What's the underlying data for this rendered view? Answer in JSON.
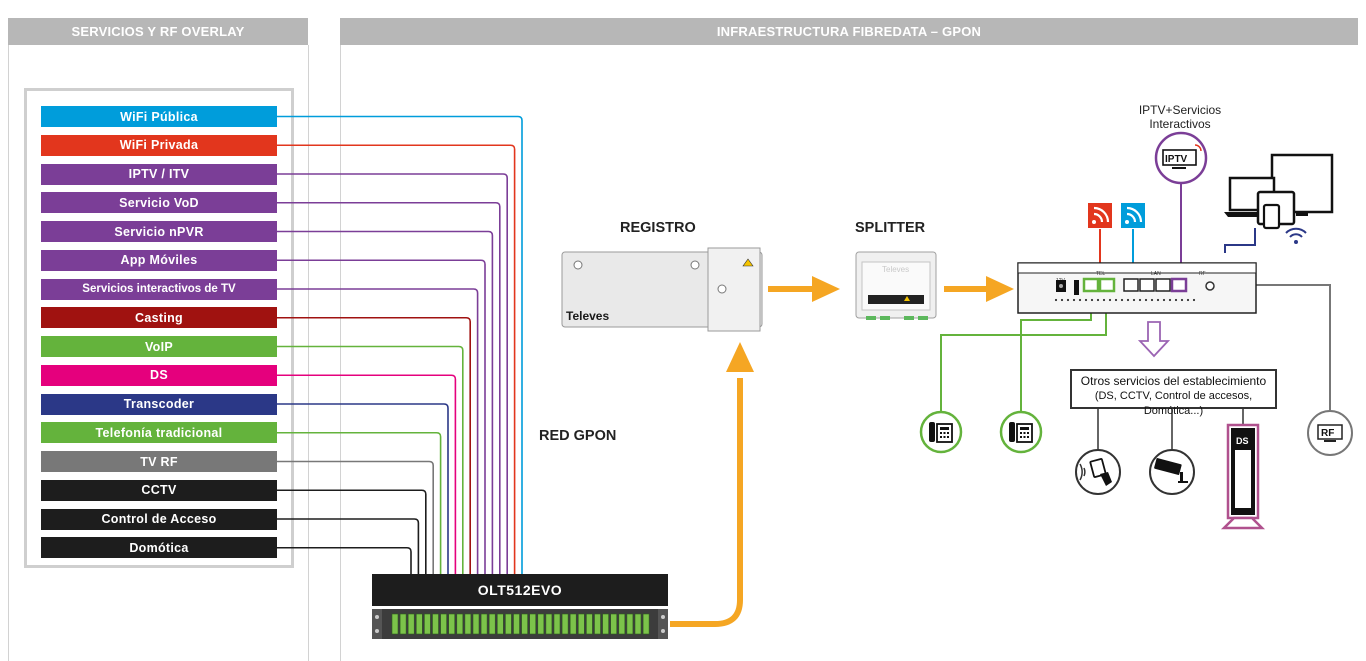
{
  "headers": {
    "left": "SERVICIOS Y RF OVERLAY",
    "right": "INFRAESTRUCTURA FIBREDATA – GPON"
  },
  "services": [
    {
      "label": "WiFi Pública",
      "color": "#009ddb"
    },
    {
      "label": "WiFi Privada",
      "color": "#e2361d"
    },
    {
      "label": "IPTV / ITV",
      "color": "#7b3e97"
    },
    {
      "label": "Servicio VoD",
      "color": "#7b3e97"
    },
    {
      "label": "Servicio nPVR",
      "color": "#7b3e97"
    },
    {
      "label": "App Móviles",
      "color": "#7b3e97"
    },
    {
      "label": "Servicios interactivos de TV",
      "color": "#7b3e97"
    },
    {
      "label": "Casting",
      "color": "#a01210"
    },
    {
      "label": "VoIP",
      "color": "#64b33c"
    },
    {
      "label": "DS",
      "color": "#e5007d"
    },
    {
      "label": "Transcoder",
      "color": "#2b3887"
    },
    {
      "label": "Telefonía tradicional",
      "color": "#64b33c"
    },
    {
      "label": "TV RF",
      "color": "#787878"
    },
    {
      "label": "CCTV",
      "color": "#1d1d1d"
    },
    {
      "label": "Control de Acceso",
      "color": "#1d1d1d"
    },
    {
      "label": "Domótica",
      "color": "#1d1d1d"
    }
  ],
  "labels": {
    "olt": "OLT512EVO",
    "registro": "REGISTRO",
    "splitter": "SPLITTER",
    "red_gpon": "RED GPON",
    "iptv_line1": "IPTV+Servicios",
    "iptv_line2": "Interactivos",
    "otros_line1": "Otros servicios del establecimiento",
    "otros_line2": "(DS, CCTV, Control de accesos, Domótica...)",
    "rf_badge": "RF",
    "ds_badge": "DS",
    "iptv_badge": "IPTV",
    "brand": "Televes",
    "ont_12v": "12V",
    "ont_pots": "TEL",
    "ont_lan": "LAN",
    "ont_rf": "RF"
  },
  "colors": {
    "header_bg": "#b7b7b7",
    "fiber_orange": "#f5a623",
    "voip_green": "#64b33c",
    "ds_magenta": "#b0518e",
    "wifi_red": "#e2361d",
    "wifi_blue": "#009ddb",
    "iptv_purple": "#7b3e97",
    "tv_blue": "#2b3887"
  },
  "icons": [
    "wifi-rss-icon",
    "phone-icon",
    "card-reader-icon",
    "cctv-camera-icon",
    "signal-waves-icon",
    "down-arrow-icon",
    "right-arrow-icon",
    "up-arrow-icon"
  ]
}
